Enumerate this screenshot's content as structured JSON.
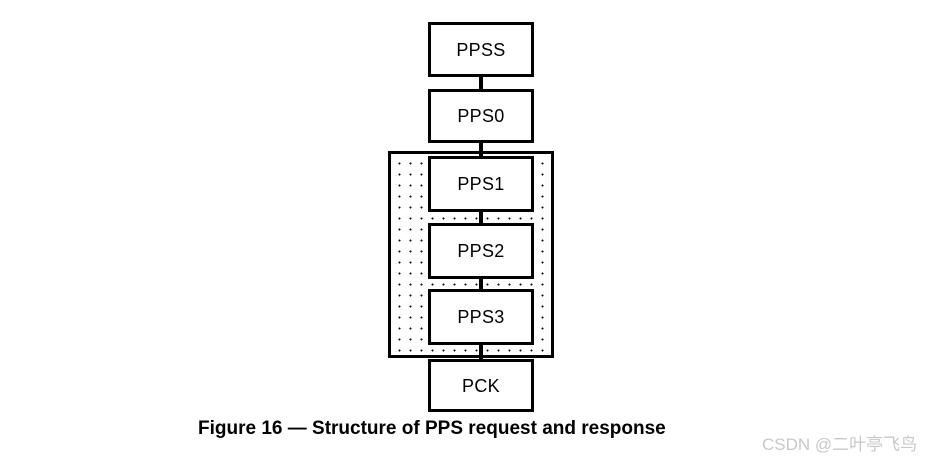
{
  "figure": {
    "caption": "Figure 16 — Structure of PPS request and response",
    "colors": {
      "stroke": "#000000",
      "fill": "#ffffff",
      "text": "#000000",
      "watermark": "#c8c8c8"
    },
    "nodes": [
      {
        "id": "ppss",
        "label": "PPSS",
        "group": "outside"
      },
      {
        "id": "pps0",
        "label": "PPS0",
        "group": "outside"
      },
      {
        "id": "pps1",
        "label": "PPS1",
        "group": "optional-stippled"
      },
      {
        "id": "pps2",
        "label": "PPS2",
        "group": "optional-stippled"
      },
      {
        "id": "pps3",
        "label": "PPS3",
        "group": "optional-stippled"
      },
      {
        "id": "pck",
        "label": "PCK",
        "group": "outside"
      }
    ],
    "connectors": [
      {
        "from": "PPSS",
        "to": "PPS0"
      },
      {
        "from": "PPS0",
        "to": "PPS1"
      },
      {
        "from": "PPS1",
        "to": "PPS2"
      },
      {
        "from": "PPS2",
        "to": "PPS3"
      },
      {
        "from": "PPS3",
        "to": "PCK"
      }
    ]
  },
  "watermark": {
    "text": "CSDN @二叶亭飞鸟"
  }
}
